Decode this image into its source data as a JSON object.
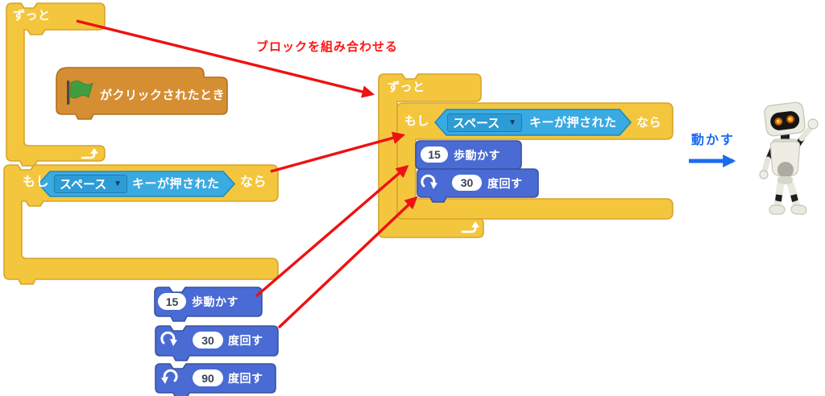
{
  "labels": {
    "forever": "ずっと",
    "if": "もし",
    "then": "なら",
    "when_flag_clicked": "がクリックされたとき",
    "space_option": "スペース",
    "key_pressed": "キーが押された",
    "move_suffix": "歩動かす",
    "turn_suffix": "度回す"
  },
  "values": {
    "move_steps": "15",
    "turn_cw_degrees": "30",
    "turn_ccw_degrees": "90"
  },
  "annotations": {
    "combine_text": "ブロックを組み合わせる",
    "move_text": "動かす"
  },
  "colors": {
    "control_fill": "#F3C63E",
    "control_border": "#D8A42B",
    "motion_fill": "#4A6BD3",
    "motion_border": "#38539F",
    "event_fill": "#D68E32",
    "event_border": "#B0701D",
    "sensing_fill": "#3AAAE2",
    "sensing_border": "#1F89BE",
    "dropdown_fill": "#2D9BD6",
    "flag_green": "#3F9E3F",
    "annotation_red": "#EE1111",
    "annotation_blue": "#1A6BEE"
  }
}
